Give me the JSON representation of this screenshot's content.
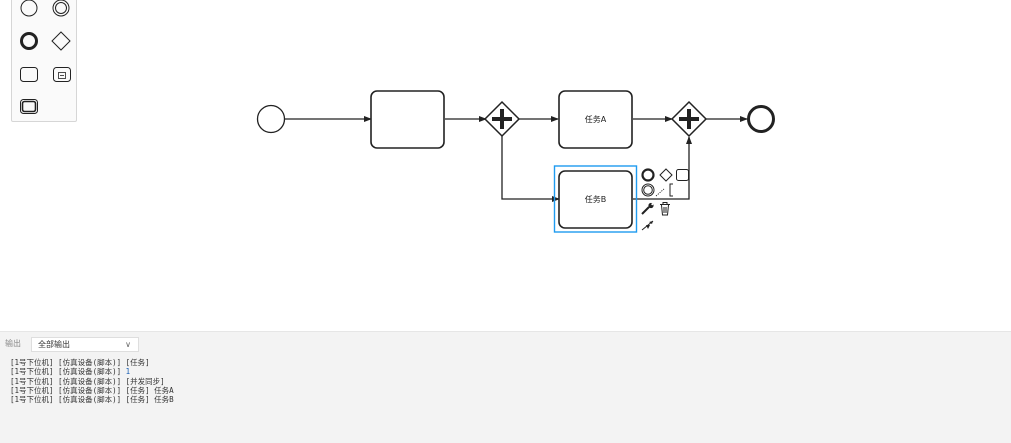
{
  "diagram": {
    "tasks": {
      "task1": "",
      "taskA": "任务A",
      "taskB": "任务B"
    },
    "colors": {
      "stroke": "#222222",
      "selection": "#1e9bf0",
      "palette_bg": "#fafafa"
    },
    "palette_tools": [
      "start-event-icon",
      "intermediate-event-icon",
      "end-event-icon",
      "gateway-icon",
      "task-icon",
      "subprocess-icon",
      "expanded-subprocess-icon"
    ],
    "context_pad": [
      "end-event-icon",
      "gateway-icon",
      "task-icon",
      "intermediate-event-icon",
      "text-annotation-icon",
      "wrench-icon",
      "trash-icon",
      "connect-icon"
    ]
  },
  "output": {
    "label": "输出",
    "filter": "全部输出",
    "lines": [
      {
        "prefix": "[1号下位机] [仿真设备(脚本)]",
        "text": " [任务]",
        "kind": "tag"
      },
      {
        "prefix": "[1号下位机] [仿真设备(脚本)]",
        "text": " 1",
        "kind": "num"
      },
      {
        "prefix": "[1号下位机] [仿真设备(脚本)]",
        "text": " [并发同步]",
        "kind": "tag"
      },
      {
        "prefix": "[1号下位机] [仿真设备(脚本)]",
        "text": " [任务] 任务A",
        "kind": "tag"
      },
      {
        "prefix": "[1号下位机] [仿真设备(脚本)]",
        "text": " [任务] 任务B",
        "kind": "tag"
      }
    ]
  }
}
